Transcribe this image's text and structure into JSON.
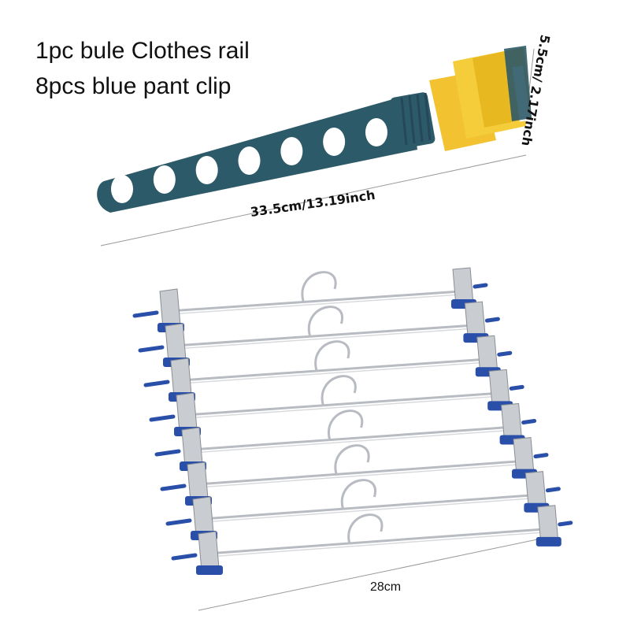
{
  "headline": {
    "line1": "1pc bule Clothes rail",
    "line2": "8pcs blue pant clip"
  },
  "dimensions": {
    "rail_length": "33.5cm/13.19inch",
    "rail_height": "5.5cm/ 2.17inch",
    "clip_width": "28cm"
  },
  "colors": {
    "rail_body": "#2d5a68",
    "rail_cap": "#f2c230",
    "clip_blue": "#2a4fa8",
    "steel": "#b8bcc2"
  },
  "items": {
    "rail_holes": 7,
    "pant_clips": 8
  }
}
